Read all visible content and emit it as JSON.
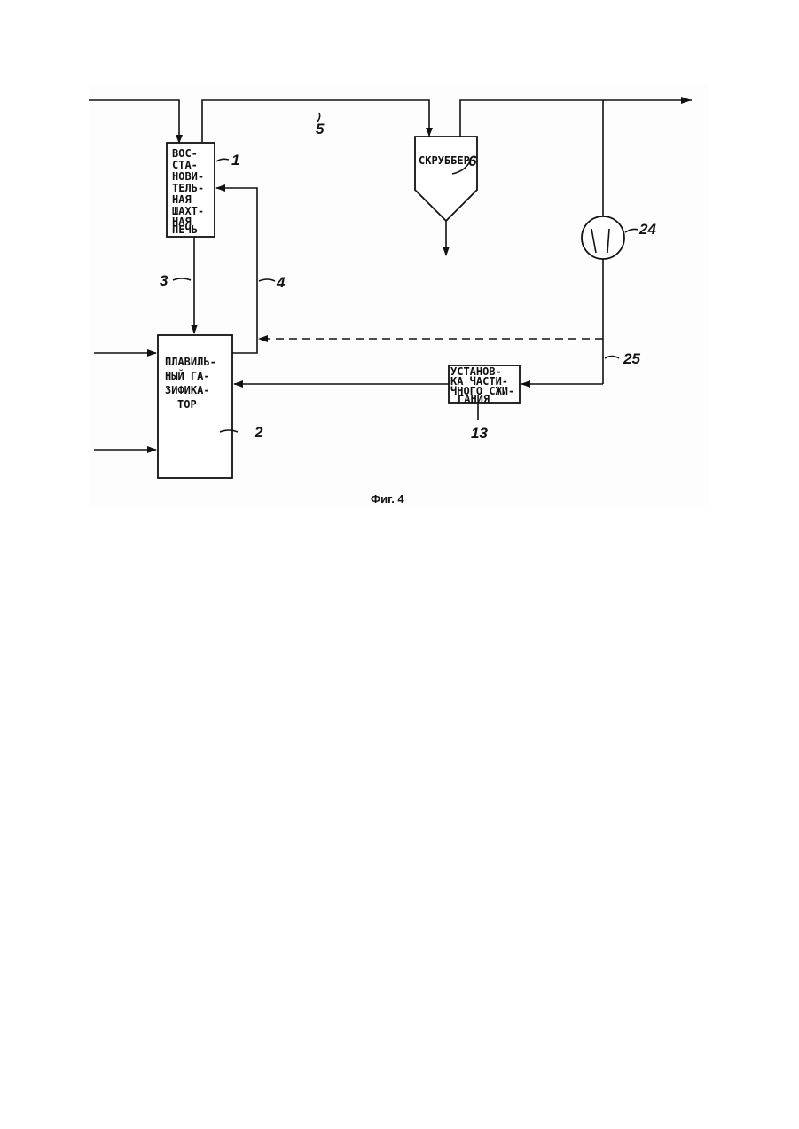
{
  "figure": {
    "caption": "Фиг. 4",
    "furnace": {
      "lines": [
        "ВОС-",
        "СТА-",
        "НОВИ-",
        "ТЕЛЬ-",
        "НАЯ",
        "ШАХТ-",
        "НАЯ",
        "ПЕЧЬ"
      ],
      "ref": "1"
    },
    "gasifier": {
      "lines": [
        "ПЛАВИЛЬ-",
        "НЫЙ ГА-",
        "ЗИФИКА-",
        "ТОР"
      ],
      "ref": "2"
    },
    "scrubber": {
      "label": "СКРУББЕР",
      "ref": "6"
    },
    "combustion_unit": {
      "lines": [
        "УСТАНОВ-",
        "КА ЧАСТИ-",
        "ЧНОГО СЖИ-",
        "ГАНИЯ"
      ],
      "ref": "13"
    },
    "compressor": {
      "ref": "24"
    },
    "line_refs": {
      "l3": "3",
      "l4": "4",
      "l5": "5",
      "l25": "25"
    }
  }
}
